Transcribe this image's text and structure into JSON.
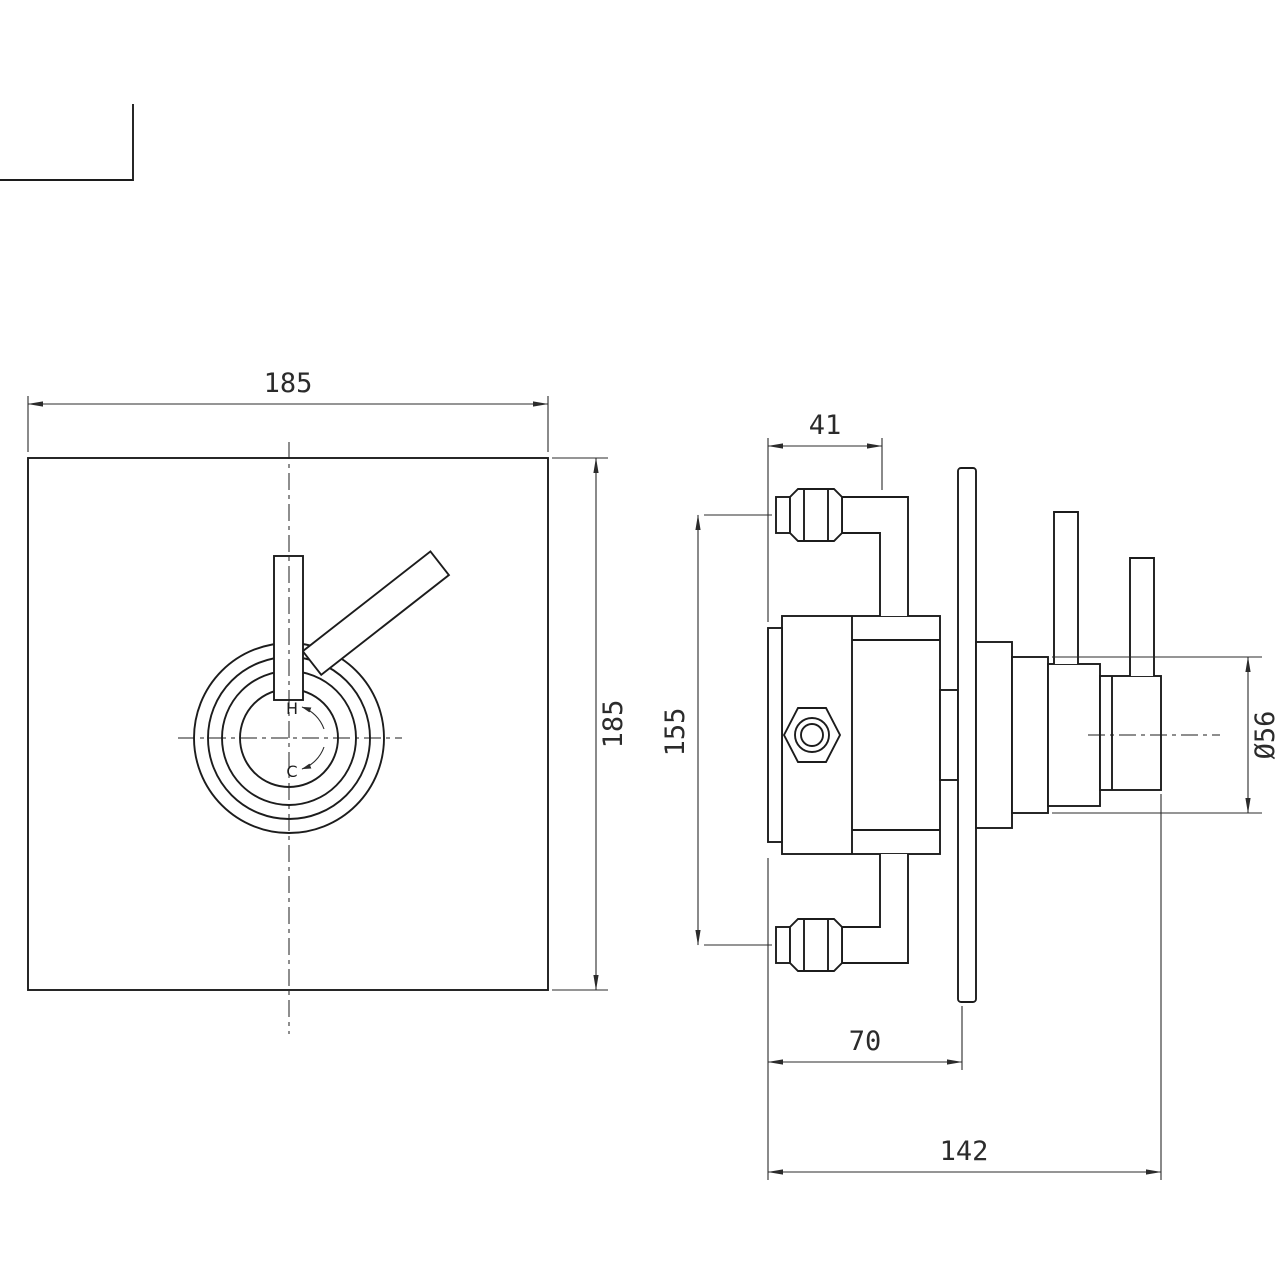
{
  "front_view": {
    "width_dim": "185",
    "height_dim": "185",
    "hot_label": "H",
    "cold_label": "C"
  },
  "side_view": {
    "inlet_depth_dim": "41",
    "port_spacing_dim": "155",
    "body_depth_dim": "70",
    "overall_depth_dim": "142",
    "trim_diameter_dim": "Ø56"
  },
  "colors": {
    "line": "#1c1c1c",
    "dimension": "#2b2b2b",
    "background": "#ffffff"
  }
}
